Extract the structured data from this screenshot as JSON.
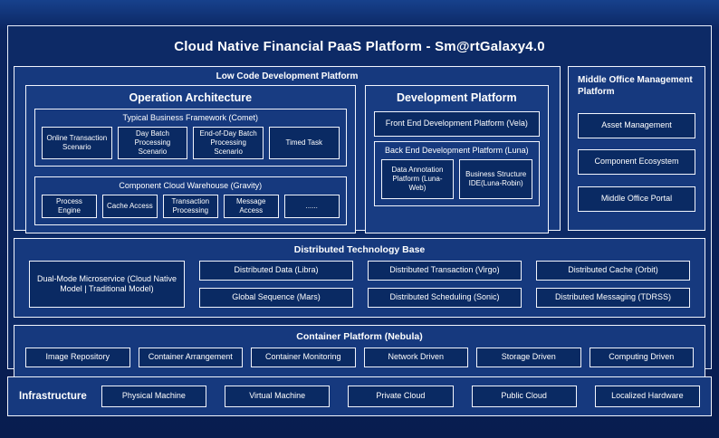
{
  "title": "Cloud Native Financial PaaS Platform - Sm@rtGalaxy4.0",
  "low_code": {
    "label": "Low Code Development Platform",
    "operation": {
      "title": "Operation Architecture",
      "comet": {
        "title": "Typical Business Framework (Comet)",
        "items": [
          "Online Transaction Scenario",
          "Day Batch Processing Scenario",
          "End-of-Day Batch Processing Scenario",
          "Timed Task"
        ]
      },
      "gravity": {
        "title": "Component Cloud Warehouse (Gravity)",
        "items": [
          "Process Engine",
          "Cache Access",
          "Transaction Processing",
          "Message Access",
          "......"
        ]
      }
    },
    "development": {
      "title": "Development Platform",
      "front_end": "Front End Development Platform (Vela)",
      "back_end": {
        "title": "Back End Development Platform (Luna)",
        "items": [
          "Data Annotation Platform (Luna-Web)",
          "Business Structure IDE(Luna-Robin)"
        ]
      }
    }
  },
  "middle_office": {
    "title": "Middle Office Management Platform",
    "items": [
      "Asset Management",
      "Component Ecosystem",
      "Middle Office Portal"
    ]
  },
  "distributed": {
    "title": "Distributed Technology Base",
    "dual_mode": "Dual-Mode Microservice (Cloud Native Model | Traditional Model)",
    "items": [
      "Distributed Data (Libra)",
      "Distributed Transaction (Virgo)",
      "Distributed Cache (Orbit)",
      "Global Sequence (Mars)",
      "Distributed Scheduling (Sonic)",
      "Distributed Messaging (TDRSS)"
    ]
  },
  "container": {
    "title": "Container Platform (Nebula)",
    "items": [
      "Image Repository",
      "Container Arrangement",
      "Container Monitoring",
      "Network Driven",
      "Storage Driven",
      "Computing Driven"
    ]
  },
  "infrastructure": {
    "title": "Infrastructure",
    "items": [
      "Physical Machine",
      "Virtual Machine",
      "Private Cloud",
      "Public Cloud",
      "Localized Hardware"
    ]
  }
}
